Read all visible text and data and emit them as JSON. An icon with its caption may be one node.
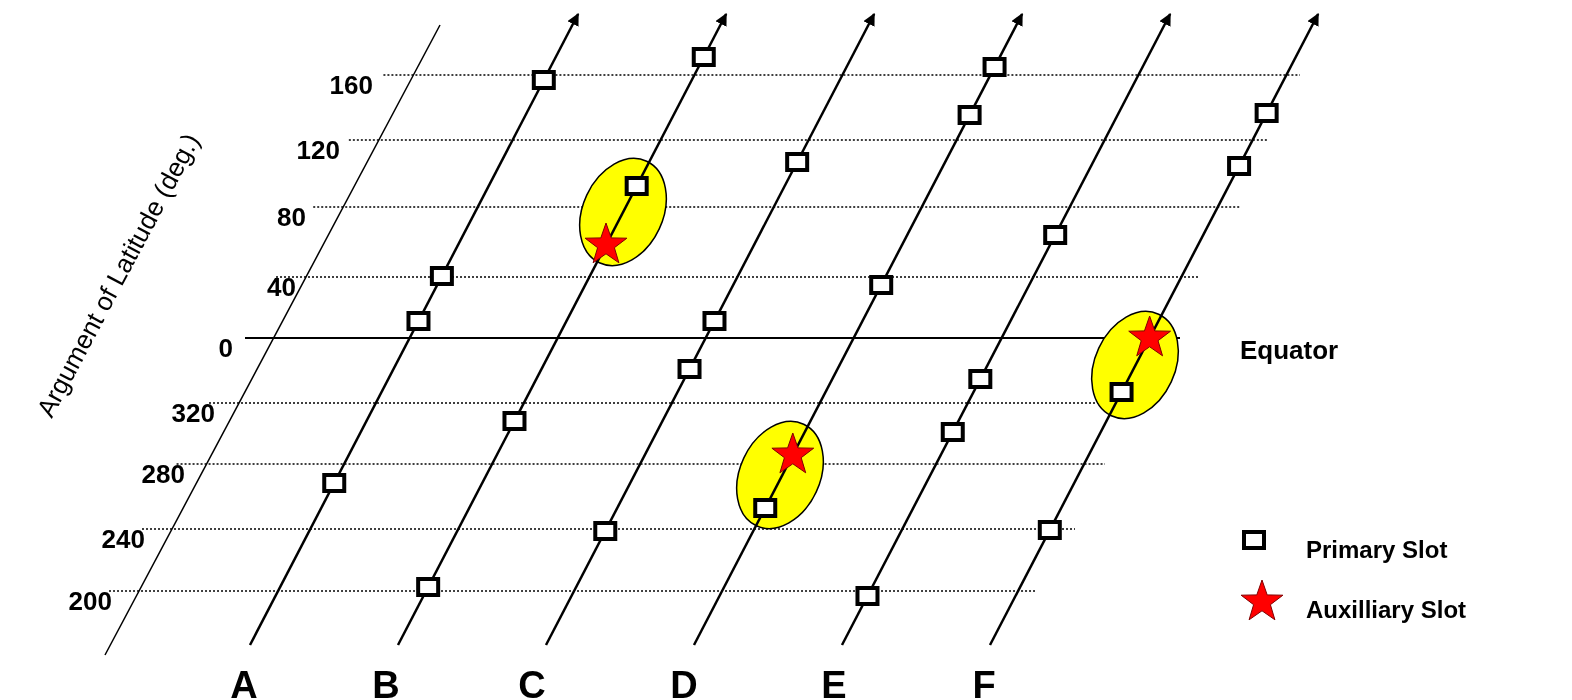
{
  "diagram": {
    "labels": [
      "Argument of Latitude (deg.)",
      "160",
      "120",
      "80",
      "40",
      "0",
      "320",
      "280",
      "240",
      "200",
      "Equator",
      "A",
      "B",
      "C",
      "D",
      "E",
      "F"
    ],
    "legend": [
      {
        "text": "Primary Slot"
      },
      {
        "text": "Auxilliary Slot"
      }
    ]
  }
}
